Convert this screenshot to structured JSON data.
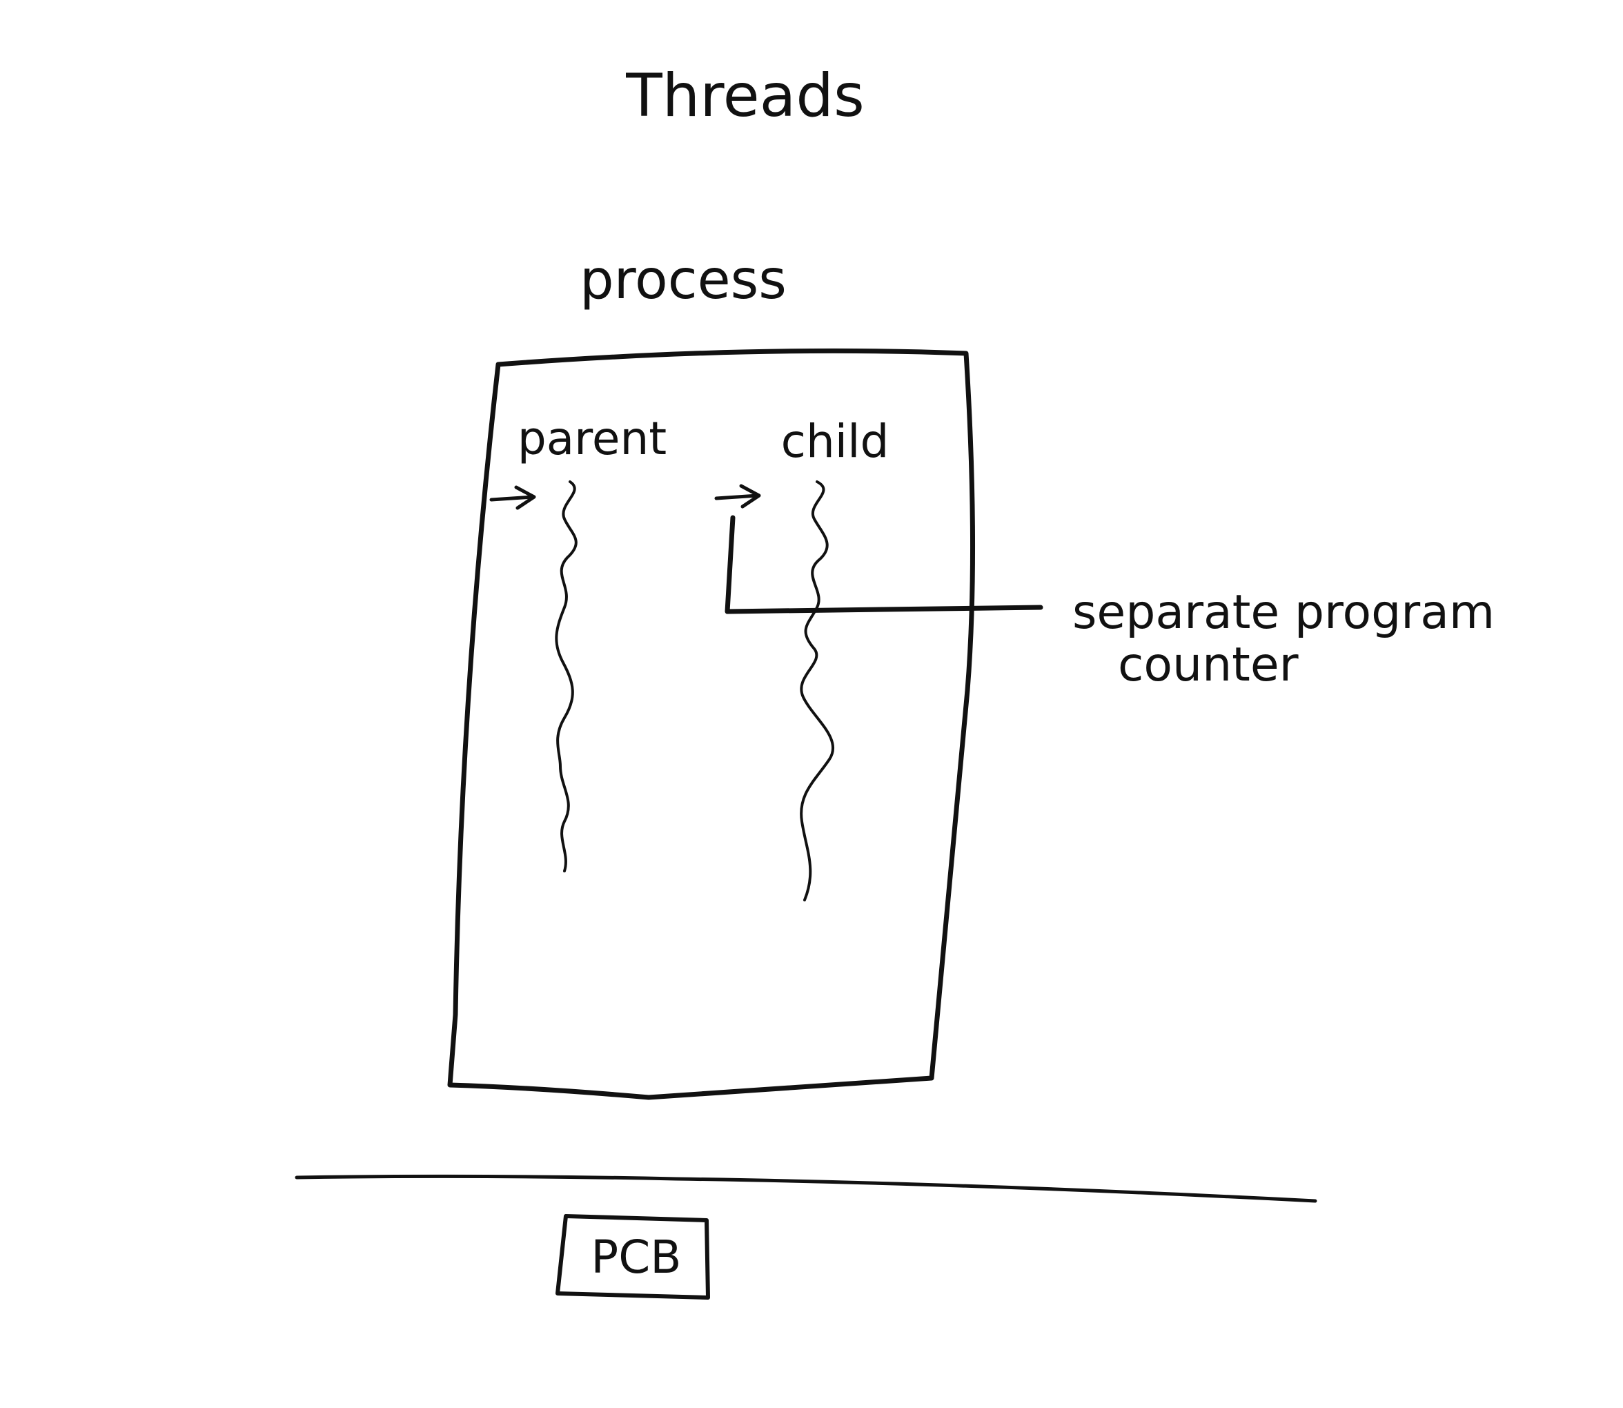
{
  "diagram": {
    "title": "Threads",
    "process_label": "process",
    "threads": [
      {
        "label": "parent"
      },
      {
        "label": "child"
      }
    ],
    "annotation": {
      "line1": "separate program",
      "line2": "counter"
    },
    "pcb_label": "PCB",
    "ink_color": "#111111",
    "background": "#ffffff"
  }
}
